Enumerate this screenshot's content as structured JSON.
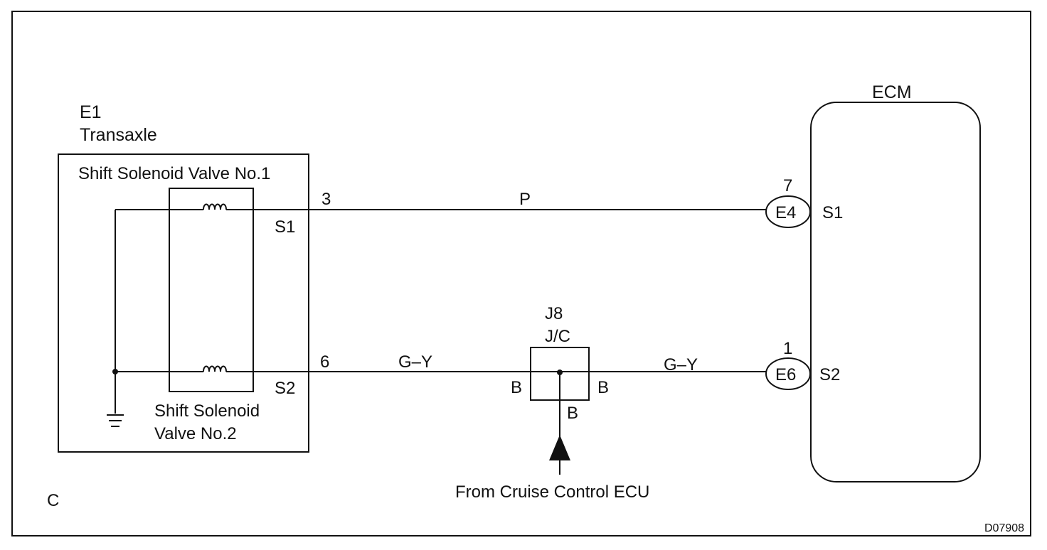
{
  "corner_letter": "C",
  "figure_code": "D07908",
  "transaxle": {
    "connector": "E1",
    "name": "Transaxle",
    "solenoid1_label": "Shift Solenoid Valve No.1",
    "solenoid2_line1": "Shift Solenoid",
    "solenoid2_line2": "Valve No.2",
    "s1_terminal": "S1",
    "s2_terminal": "S2",
    "s1_pin": "3",
    "s2_pin": "6"
  },
  "wires": {
    "s1_color": "P",
    "s2_left_color": "G–Y",
    "s2_right_color": "G–Y"
  },
  "junction": {
    "connector": "J8",
    "name": "J/C",
    "left_pin": "B",
    "right_pin": "B",
    "bottom_pin": "B",
    "source_label": "From Cruise Control ECU"
  },
  "ecm": {
    "name": "ECM",
    "e4_connector": "E4",
    "e4_pin": "7",
    "e4_terminal": "S1",
    "e6_connector": "E6",
    "e6_pin": "1",
    "e6_terminal": "S2"
  }
}
